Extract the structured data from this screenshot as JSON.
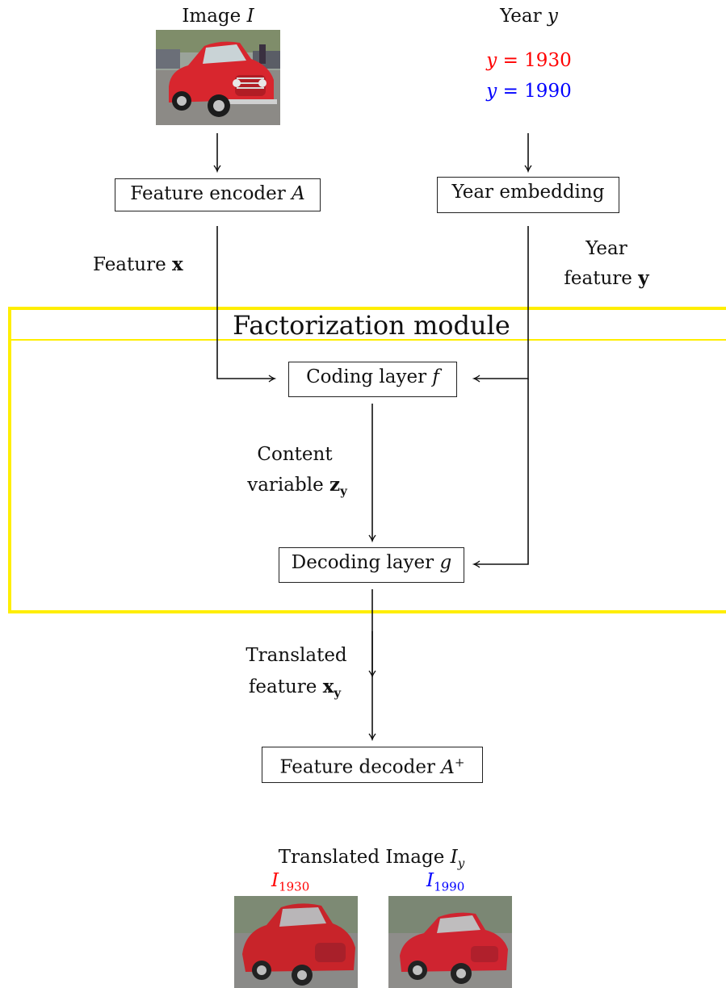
{
  "input": {
    "image_label": "Image",
    "image_symbol": "I",
    "year_label": "Year",
    "year_symbol": "y",
    "year_examples": [
      {
        "lhs": "y",
        "eq": "= 1930",
        "color": "#ff0000"
      },
      {
        "lhs": "y",
        "eq": "= 1990",
        "color": "#0000ff"
      }
    ]
  },
  "boxes": {
    "feature_encoder": {
      "text": "Feature encoder",
      "symbol": "A"
    },
    "year_embedding": {
      "text": "Year embedding"
    },
    "coding_layer": {
      "text": "Coding layer",
      "symbol": "f"
    },
    "decoding_layer": {
      "text": "Decoding layer",
      "symbol": "g"
    },
    "feature_decoder": {
      "text": "Feature decoder",
      "symbol": "A",
      "sup": "+"
    }
  },
  "edge_labels": {
    "feature_x": {
      "text": "Feature",
      "bold": "x"
    },
    "year_feature_line1": "Year",
    "year_feature_line2": {
      "text": "feature",
      "bold": "y"
    },
    "content_line1": "Content",
    "content_line2": {
      "text": "variable",
      "bold": "z",
      "sub": "y"
    },
    "translated_line1": "Translated",
    "translated_line2": {
      "text": "feature",
      "bold": "x",
      "sub": "y"
    }
  },
  "module": {
    "title": "Factorization module",
    "color": "#ffee00"
  },
  "output": {
    "title": "Translated Image",
    "symbol": "I",
    "symbol_sub": "y",
    "examples": [
      {
        "symbol": "I",
        "sub": "1930",
        "color": "#ff0000"
      },
      {
        "symbol": "I",
        "sub": "1990",
        "color": "#0000ff"
      }
    ]
  }
}
